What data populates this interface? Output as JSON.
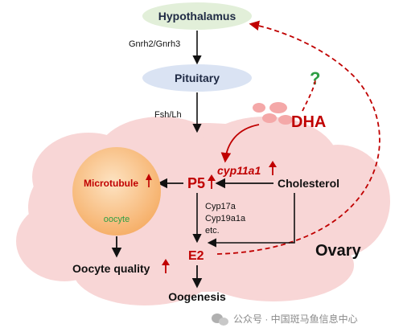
{
  "nodes": {
    "hypothalamus": "Hypothalamus",
    "pituitary": "Pituitary",
    "dha": "DHA",
    "p5": "P5",
    "cyp11a1": "cyp11a1",
    "cholesterol": "Cholesterol",
    "microtubule": "Microtubule",
    "oocyte": "oocyte",
    "e2": "E2",
    "oocyte_quality": "Oocyte quality",
    "oogenesis": "Oogenesis",
    "ovary": "Ovary"
  },
  "edge_labels": {
    "gnrh": "Gnrh2/Gnrh3",
    "fsh_lh": "Fsh/Lh",
    "question": "?",
    "enzymes": [
      "Cyp17a",
      "Cyp19a1a",
      "etc."
    ]
  },
  "watermark": "公众号 · 中国斑马鱼信息中心",
  "colors": {
    "accent_red": "#c00000",
    "hypothalamus_fill": "#e2efd9",
    "pituitary_fill": "#dae3f3",
    "ovary_fill": "#f8d6d6",
    "oocyte_fill": "#f9c48a",
    "question_green": "#2e9e44",
    "dha_dot": "#f4a8a8"
  }
}
